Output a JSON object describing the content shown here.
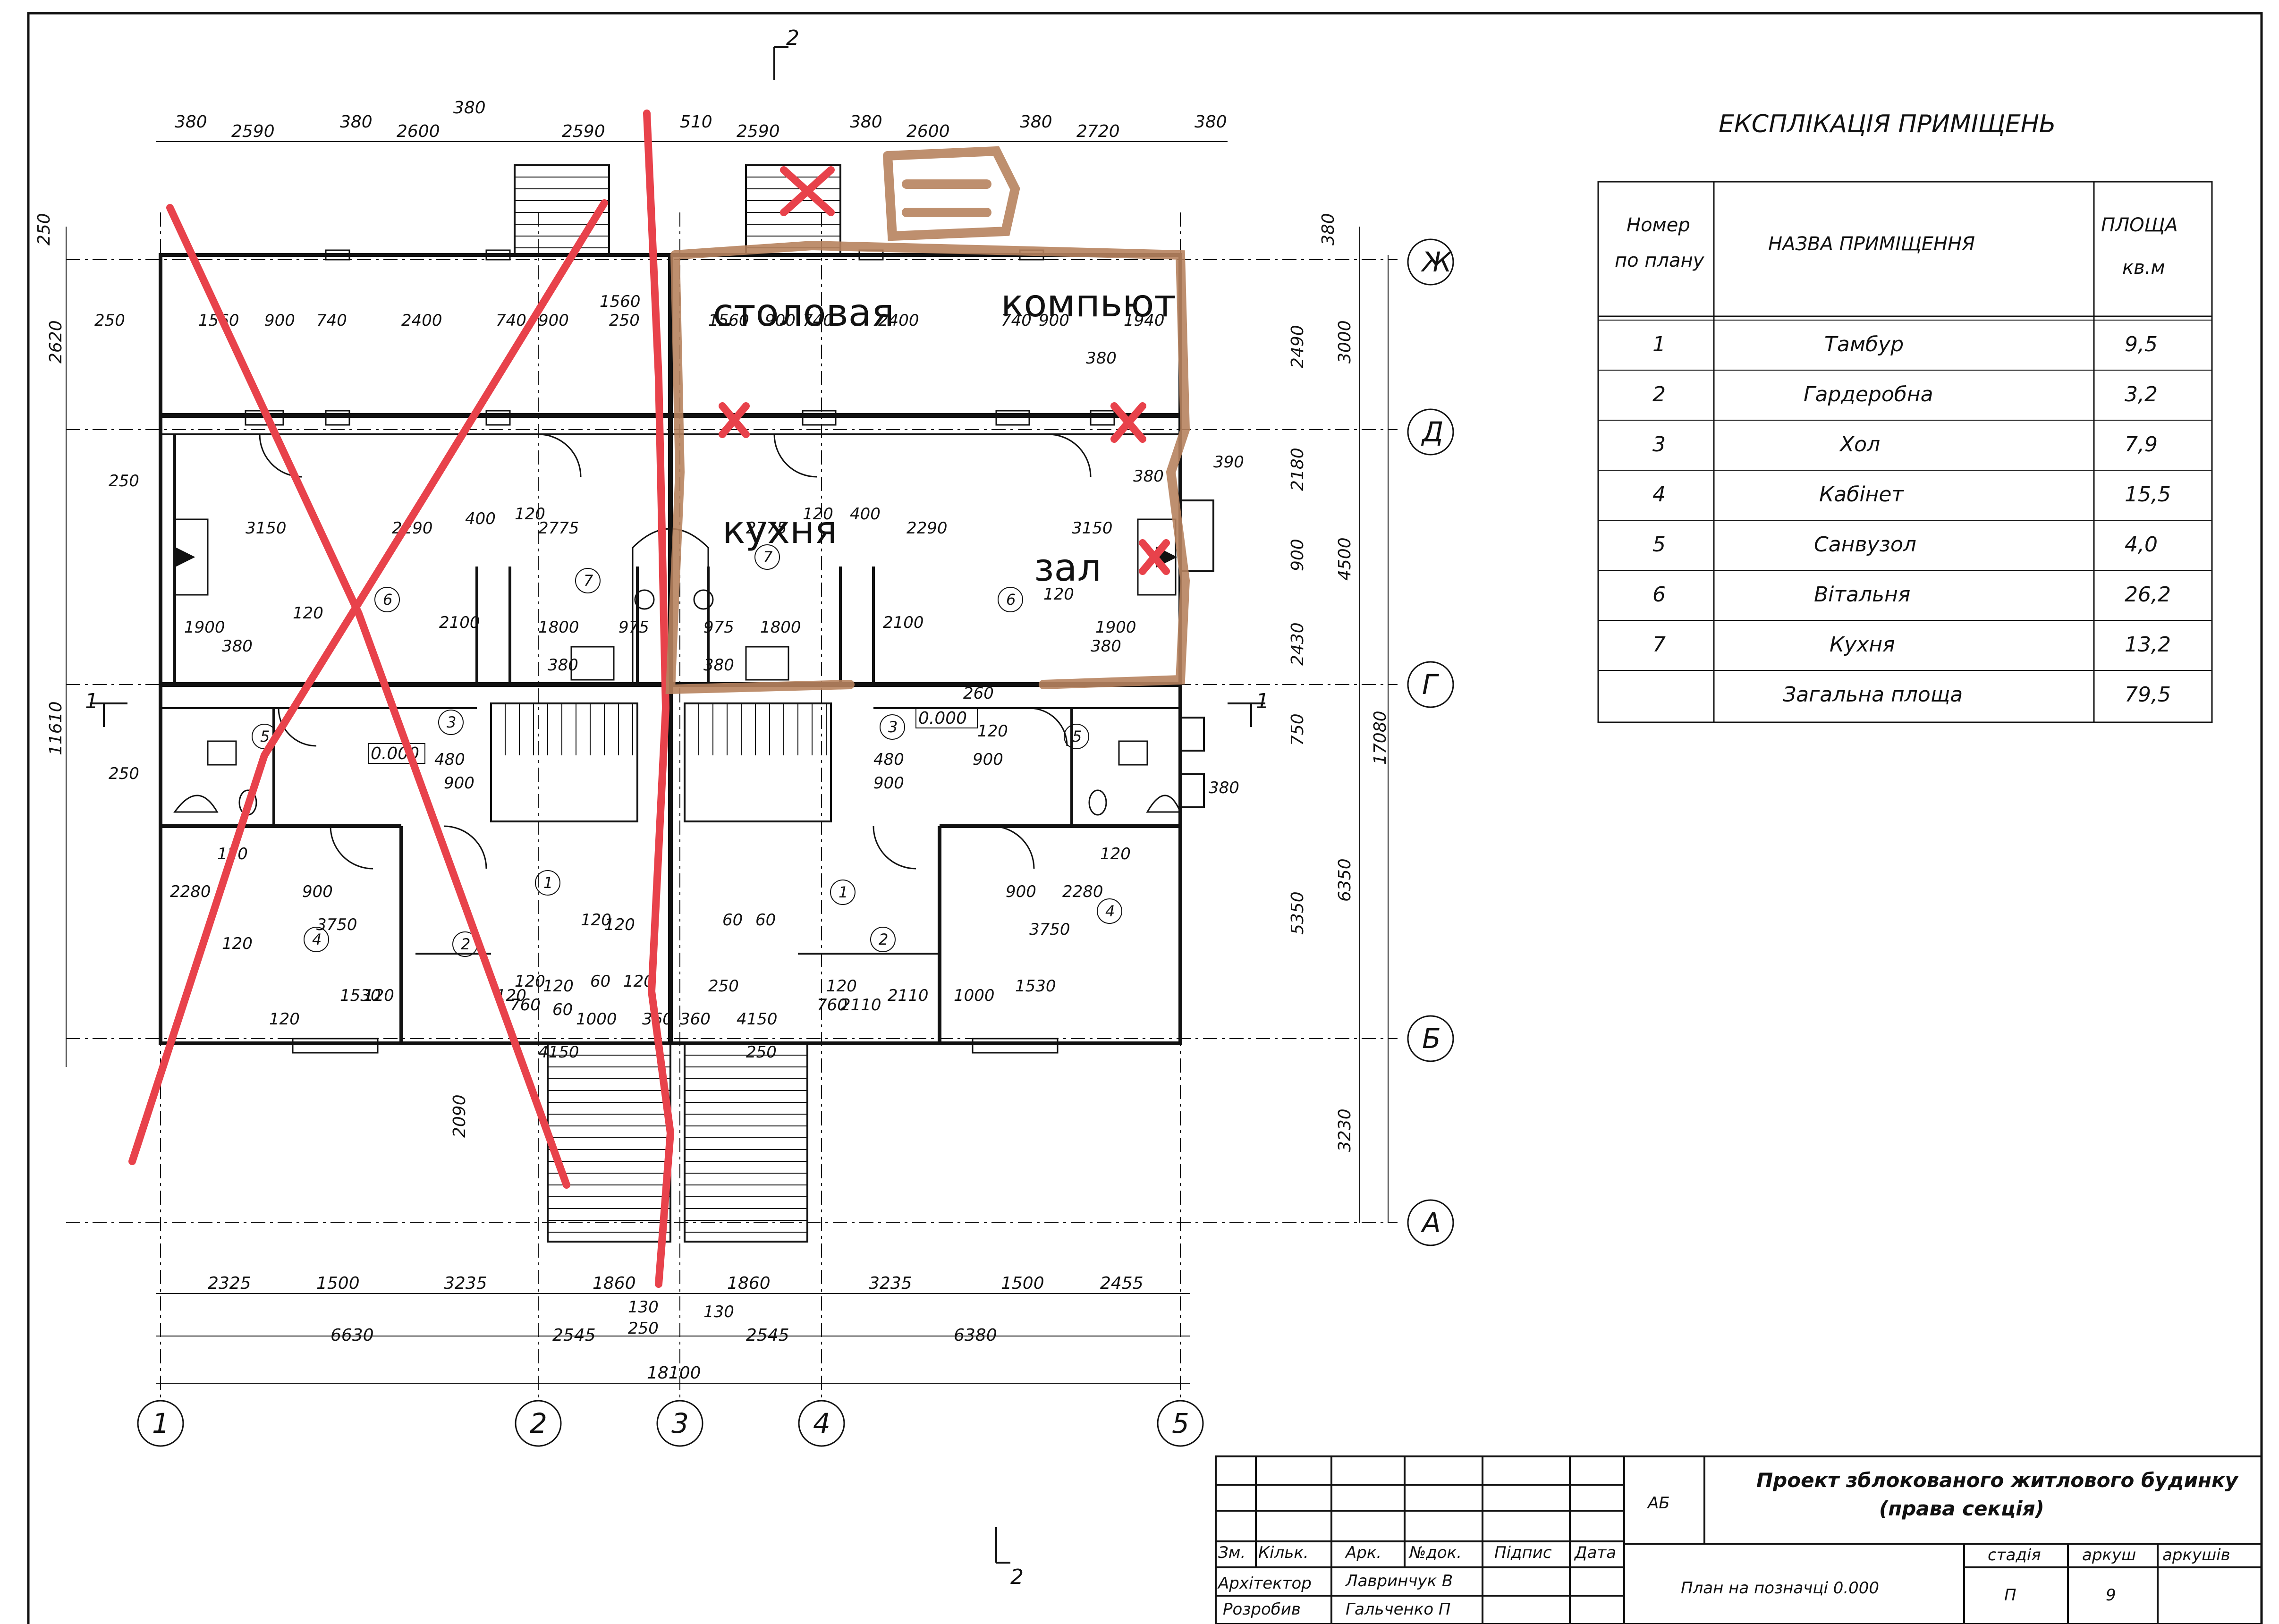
{
  "plan": {
    "grid_axes_vertical": [
      "1",
      "2",
      "3",
      "4",
      "5"
    ],
    "grid_axes_horizontal": [
      "Ж",
      "Д",
      "Г",
      "Б",
      "А"
    ],
    "section_marks": [
      "2",
      "2",
      "1",
      "1"
    ],
    "top_dims_left": [
      "380",
      "2590",
      "380",
      "2600",
      "380",
      "2590",
      "510",
      "2590",
      "380",
      "2600",
      "380",
      "2720",
      "380"
    ],
    "top_dims_right_extra": [],
    "bottom_dims_row1": [
      "2325",
      "1500",
      "3235",
      "1860",
      "1860",
      "3235",
      "1500",
      "2455"
    ],
    "bottom_dims_row2": [
      "6630",
      "2545",
      "2545",
      "6380"
    ],
    "bottom_small": [
      "130",
      "250",
      "130"
    ],
    "overall_width": "18100",
    "left_dims": [
      "250",
      "2620",
      "11610",
      "2090"
    ],
    "right_dims_col1": [
      "380",
      "2490",
      "2180",
      "900",
      "2430",
      "750",
      "5350",
      "3230"
    ],
    "right_dims_col2": [
      "3000",
      "4500",
      "6350"
    ],
    "right_overall": "17080",
    "inner_dims": [
      "250",
      "1560",
      "900",
      "740",
      "2400",
      "740",
      "900",
      "1560",
      "250",
      "1560",
      "900",
      "740",
      "2400",
      "740",
      "900",
      "1940",
      "380",
      "250",
      "3150",
      "2290",
      "400",
      "120",
      "2775",
      "2775",
      "120",
      "400",
      "2290",
      "3150",
      "380",
      "390",
      "1900",
      "120",
      "1800",
      "975",
      "975",
      "1800",
      "120",
      "1900",
      "380",
      "380",
      "380",
      "380",
      "2100",
      "2100",
      "260",
      "120",
      "900",
      "480",
      "900",
      "480",
      "900",
      "250",
      "380",
      "120",
      "2280",
      "900",
      "900",
      "2280",
      "120",
      "3750",
      "3750",
      "120",
      "120",
      "120",
      "60",
      "60",
      "1530",
      "1530",
      "120",
      "120",
      "120",
      "120",
      "60",
      "60",
      "120",
      "250",
      "120",
      "2110",
      "2110",
      "1000",
      "760",
      "760",
      "1000",
      "360",
      "360",
      "4150",
      "4150",
      "250",
      "120"
    ],
    "level_marks": [
      "0.000",
      "0.000"
    ],
    "room_numbers": [
      "6",
      "7",
      "7",
      "6",
      "5",
      "3",
      "3",
      "5",
      "1",
      "1",
      "4",
      "2",
      "2",
      "4"
    ],
    "handwritten": [
      "столовая",
      "компьют",
      "кухня",
      "зал"
    ],
    "annotation_colors": {
      "red": "#e8424b",
      "brown": "#b7835f"
    }
  },
  "explication": {
    "title": "ЕКСПЛІКАЦІЯ ПРИМІЩЕНЬ",
    "headers": {
      "number": [
        "Номер",
        "по плану"
      ],
      "name": "НАЗВА ПРИМІЩЕННЯ",
      "area": [
        "ПЛОЩА",
        "кв.м"
      ]
    },
    "rows": [
      {
        "no": "1",
        "name": "Тамбур",
        "area": "9,5"
      },
      {
        "no": "2",
        "name": "Гардеробна",
        "area": "3,2"
      },
      {
        "no": "3",
        "name": "Хол",
        "area": "7,9"
      },
      {
        "no": "4",
        "name": "Кабінет",
        "area": "15,5"
      },
      {
        "no": "5",
        "name": "Санвузол",
        "area": "4,0"
      },
      {
        "no": "6",
        "name": "Вітальня",
        "area": "26,2"
      },
      {
        "no": "7",
        "name": "Кухня",
        "area": "13,2"
      }
    ],
    "total_label": "Загальна площа",
    "total_value": "79,5"
  },
  "title_block": {
    "code": "АБ",
    "project_title": "Проект зблокованого житлового будинку",
    "project_subtitle": "(права секція)",
    "sheet_name": "План на позначці 0.000",
    "col_headers": [
      "Зм.",
      "Кільк.",
      "Арк.",
      "№док.",
      "Підпис",
      "Дата"
    ],
    "architect_role": "Архітектор",
    "architect_name": "Лавринчук В",
    "developer_role": "Розробив",
    "developer_name": "Гальченко П",
    "stage_label": "стадія",
    "sheet_label": "аркуш",
    "sheets_label": "аркушів",
    "stage_value": "П",
    "sheet_value": "9",
    "sheets_value": ""
  }
}
